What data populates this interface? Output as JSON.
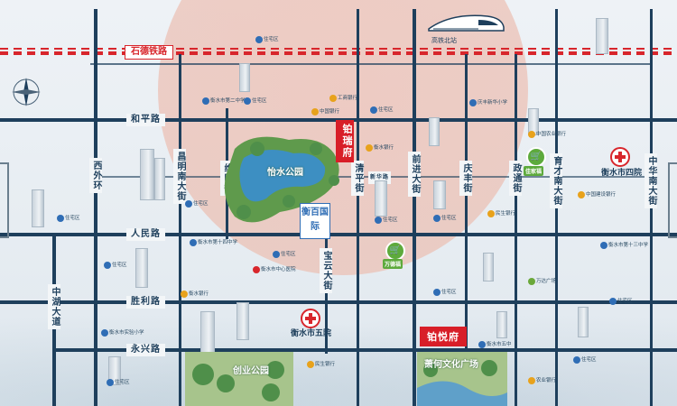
{
  "colors": {
    "road": "#1e3f5c",
    "rail": "#d8262c",
    "project": "#d81e28",
    "lake": "#3d8fc2",
    "park": "#4f8f4a",
    "halo": "#eebeb2"
  },
  "railway": {
    "label": "石德铁路"
  },
  "station": {
    "label": "高铁北站"
  },
  "roads_h": {
    "heping": "和平路",
    "renmin": "人民路",
    "shengli": "胜利路",
    "yongxing": "永兴路"
  },
  "roads_v": {
    "xiwaihuan": "西外环",
    "changming": "昌明南大街",
    "weiming": "维明街",
    "qingping": "清平街",
    "qiandao": "前进大街",
    "qingfeng": "庆丰街",
    "zhengtong": "政通街",
    "yucai": "育才南大街",
    "zhonghua": "中华南大街",
    "baoyun": "宝云大街",
    "zhonghu": "中湖大道"
  },
  "road_small": {
    "fudongl": "新华路"
  },
  "projects": {
    "boruifu": "铂瑞府",
    "boyuefu": "铂悦府"
  },
  "parks": {
    "yichi": "怡水公园",
    "chuangye": "创业公园",
    "xiaohe": "萧何文化广场"
  },
  "badges": {
    "hengbai": "衡百国际"
  },
  "hospitals": {
    "h4": "衡水市四院",
    "h5": "衡水市五院"
  },
  "shops": {
    "s1": "佳家福",
    "s2": "万德福"
  },
  "pois": [
    {
      "t": "住宅区",
      "c": "b-blue"
    },
    {
      "t": "衡水市第二中学",
      "c": "b-blue"
    },
    {
      "t": "住宅区",
      "c": "b-blue"
    },
    {
      "t": "中国银行",
      "c": "b-orange"
    },
    {
      "t": "工商银行",
      "c": "b-orange"
    },
    {
      "t": "庆丰新华小学",
      "c": "b-blue"
    },
    {
      "t": "住宅区",
      "c": "b-blue"
    },
    {
      "t": "中国农业银行",
      "c": "b-orange"
    },
    {
      "t": "衡水银行",
      "c": "b-orange"
    },
    {
      "t": "中国建设银行",
      "c": "b-orange"
    },
    {
      "t": "住宅区",
      "c": "b-blue"
    },
    {
      "t": "住宅区",
      "c": "b-blue"
    },
    {
      "t": "衡水市第十四中学",
      "c": "b-blue"
    },
    {
      "t": "住宅区",
      "c": "b-blue"
    },
    {
      "t": "衡水市中心医院",
      "c": "b-red"
    },
    {
      "t": "住宅区",
      "c": "b-blue"
    },
    {
      "t": "民生银行",
      "c": "b-orange"
    },
    {
      "t": "住宅区",
      "c": "b-blue"
    },
    {
      "t": "衡水市实验小学",
      "c": "b-blue"
    },
    {
      "t": "住宅区",
      "c": "b-blue"
    },
    {
      "t": "衡水银行",
      "c": "b-orange"
    },
    {
      "t": "住宅区",
      "c": "b-blue"
    },
    {
      "t": "衡水市第十三中学",
      "c": "b-blue"
    },
    {
      "t": "住宅区",
      "c": "b-blue"
    },
    {
      "t": "万达广场",
      "c": "b-green"
    },
    {
      "t": "住宅区",
      "c": "b-blue"
    },
    {
      "t": "衡水市五中",
      "c": "b-blue"
    },
    {
      "t": "民生银行",
      "c": "b-orange"
    },
    {
      "t": "住宅区",
      "c": "b-blue"
    },
    {
      "t": "农业银行",
      "c": "b-orange"
    }
  ]
}
